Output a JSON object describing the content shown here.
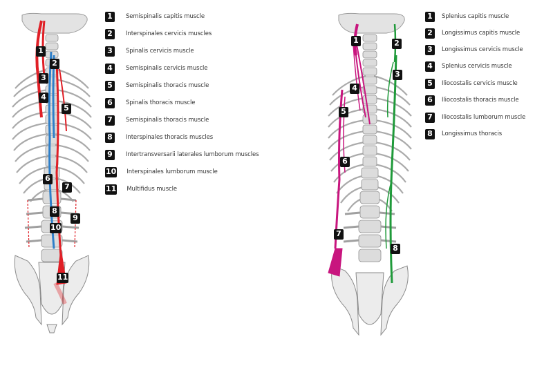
{
  "left_diagram": {
    "title": "Transversospinal and deep back muscles",
    "colors": {
      "primary": "#e01f26",
      "secondary": "#2e7fc9",
      "bone": "#bdbdbd"
    },
    "legend": [
      {
        "num": "1",
        "label": "Semispinalis capitis muscle"
      },
      {
        "num": "2",
        "label": "Interspinales cervicis muscles"
      },
      {
        "num": "3",
        "label": "Spinalis cervicis muscle"
      },
      {
        "num": "4",
        "label": "Semispinalis cervicis muscle"
      },
      {
        "num": "5",
        "label": "Semispinalis thoracis muscle"
      },
      {
        "num": "6",
        "label": "Spinalis thoracis muscle"
      },
      {
        "num": "7",
        "label": "Semispinalis thoracis muscle"
      },
      {
        "num": "8",
        "label": "Interspinales thoracis muscles"
      },
      {
        "num": "9",
        "label": "Intertransversarii laterales lumborum muscles"
      },
      {
        "num": "10",
        "label": "Interspinales lumborum muscle"
      },
      {
        "num": "11",
        "label": "Multifidus muscle"
      }
    ]
  },
  "right_diagram": {
    "title": "Erector spinae muscles",
    "colors": {
      "primary": "#c8157e",
      "secondary": "#1f9a3a",
      "bone": "#bdbdbd"
    },
    "legend": [
      {
        "num": "1",
        "label": "Splenius capitis muscle"
      },
      {
        "num": "2",
        "label": "Longissimus capitis muscle"
      },
      {
        "num": "3",
        "label": "Longissimus cervicis muscle"
      },
      {
        "num": "4",
        "label": "Splenius cervicis muscle"
      },
      {
        "num": "5",
        "label": "Iliocostalis cervicis muscle"
      },
      {
        "num": "6",
        "label": "Iliocostalis thoracis muscle"
      },
      {
        "num": "7",
        "label": "Iliocostalis lumborum muscle"
      },
      {
        "num": "8",
        "label": "Longissimus thoracis"
      }
    ]
  }
}
